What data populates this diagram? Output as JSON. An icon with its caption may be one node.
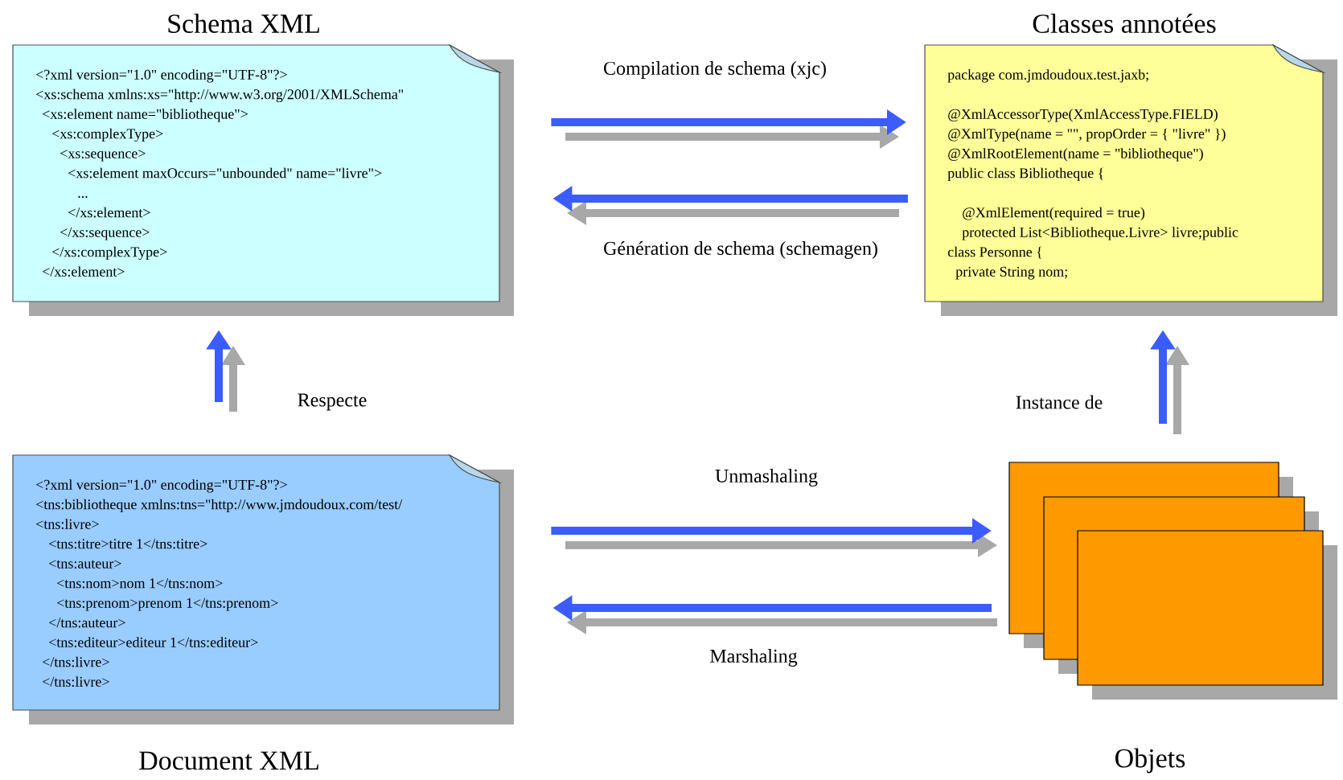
{
  "diagram": {
    "nodes": [
      {
        "text": [
          "Schema XML",
          "<?xml version=\"1.0\" encoding=\"UTF-8\"?>",
          "<xs:schema xmlns:xs=\"http://www.w3.org/2001/XMLSchema\"",
          "<xs:element name=\"bibliotheque\">",
          "<xs:complexType>",
          "<xs:sequence>",
          "<xs:element maxOccurs=\"unbounded\" name=\"livre\">",
          "...",
          "</xs:element>",
          "</xs:sequence>",
          "</xs:complexType>",
          "</xs:element>"
        ]
      },
      {
        "text": [
          "Classes annotées",
          "package com.jmdoudoux.test.jaxb;",
          "@XmlAccessorType(XmlAccessType.FIELD)",
          "@XmlType(name = \"\", propOrder = { \"livre\" })",
          "@XmlRootElement(name = \"bibliotheque\")",
          "public class Bibliotheque {",
          "@XmlElement(required = true)",
          "protected List<Bibliotheque.Livre> livre;public",
          "class Personne {",
          "private String nom;"
        ]
      },
      {
        "text": [
          "<?xml version=\"1.0\" encoding=\"UTF-8\"?>",
          "<tns:bibliotheque xmlns:tns=\"http://www.jmdoudoux.com/test/",
          "<tns:livre>",
          "<tns:titre>titre 1</tns:titre>",
          "<tns:auteur>",
          "<tns:nom>nom 1</tns:nom>",
          "<tns:prenom>prenom 1</tns:prenom>",
          "</tns:auteur>",
          "<tns:editeur>editeur 1</tns:editeur>",
          "</tns:livre>",
          "</tns:livre>",
          "Document XML"
        ]
      },
      {
        "text": [
          "Objets"
        ]
      }
    ],
    "edges": [
      {
        "from": 0,
        "to": 1,
        "arrow": "to",
        "label": "Compilation de schema (xjc)"
      },
      {
        "from": 1,
        "to": 0,
        "arrow": "to",
        "label": "Génération de schema (schemagen)"
      },
      {
        "from": 2,
        "to": 0,
        "arrow": "to",
        "label": "Respecte"
      },
      {
        "from": 3,
        "to": 1,
        "arrow": "to",
        "label": "Instance de"
      },
      {
        "from": 2,
        "to": 3,
        "arrow": "to",
        "label": "Unmashaling"
      },
      {
        "from": 3,
        "to": 2,
        "arrow": "to",
        "label": "Marshaling"
      }
    ]
  }
}
